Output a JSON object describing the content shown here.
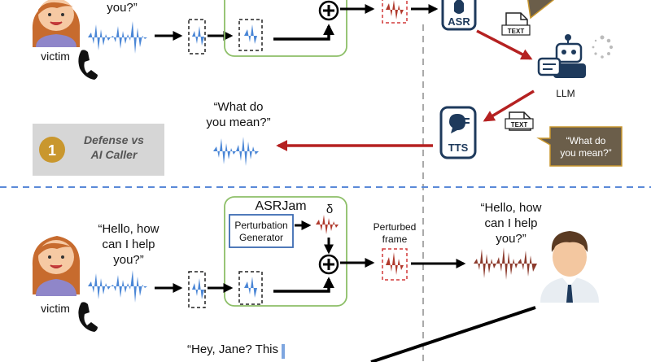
{
  "top_section": {
    "victim_quote_fragment": "you?”",
    "victim_label": "victim",
    "asr_label": "ASR",
    "text_label": "TEXT",
    "llm_label": "LLM",
    "tts_label": "TTS",
    "tts_quote": "“What do\nyou mean?”",
    "llm_reply": "“What do\nyou mean?”",
    "badge_number": "1",
    "badge_text": "Defense vs\nAI Caller"
  },
  "bottom_section": {
    "asrjam_title": "ASRJam",
    "delta_symbol": "δ",
    "perturbation_generator": "Perturbation\nGenerator",
    "perturbed_frame": "Perturbed\nframe",
    "victim_quote": "“Hello, how\ncan I help\nyou?”",
    "output_quote": "“Hello, how\ncan I help\nyou?”",
    "victim_label": "victim",
    "caller_quote_fragment": "“Hey, Jane? This"
  },
  "colors": {
    "waveform_blue": "#4a86d6",
    "waveform_red": "#b0392c",
    "asrjam_green": "#8dbf68",
    "box_blue": "#3d6cb3",
    "divider_blue": "#5b8ad8",
    "badge_gold": "#c9972e",
    "llm_bubble": "#6b5e4a",
    "arrow_red": "#b52121"
  }
}
